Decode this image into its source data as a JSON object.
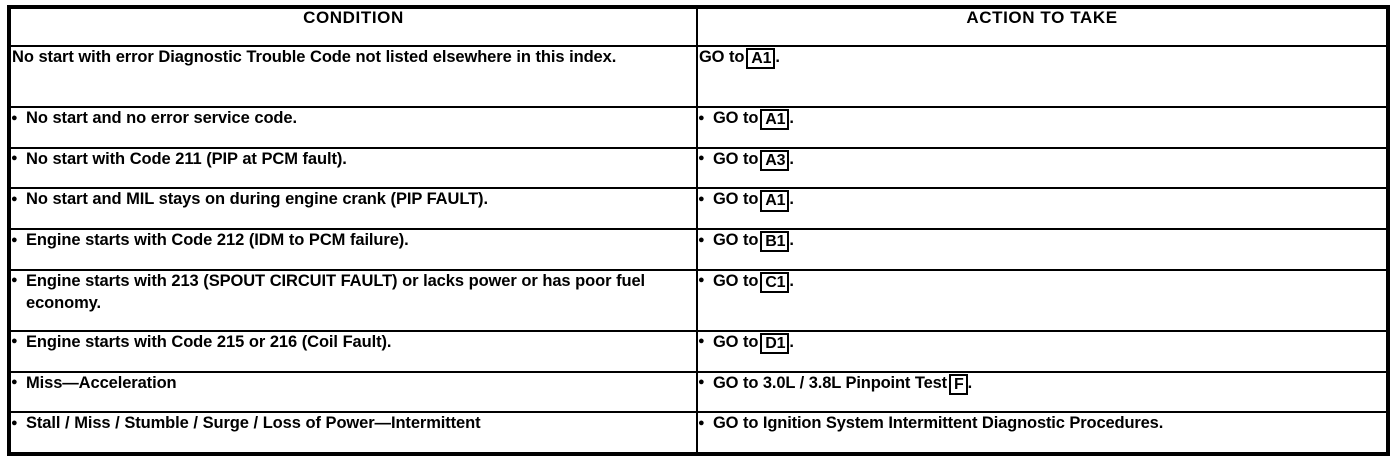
{
  "table": {
    "headers": {
      "condition": "CONDITION",
      "action": "ACTION TO TAKE"
    },
    "rows": [
      {
        "bullet": false,
        "condition": "No start with error Diagnostic Trouble Code not listed elsewhere in this index.",
        "action_prefix": "GO to",
        "action_code": "A1",
        "action_suffix": ".",
        "lines": 2
      },
      {
        "bullet": true,
        "condition": "No start and no error service code.",
        "action_prefix": "GO to",
        "action_code": "A1",
        "action_suffix": ".",
        "lines": 1
      },
      {
        "bullet": true,
        "condition": "No start with Code 211 (PIP at PCM fault).",
        "action_prefix": "GO to",
        "action_code": "A3",
        "action_suffix": ".",
        "lines": 1
      },
      {
        "bullet": true,
        "condition": "No start and MIL stays on during engine crank (PIP FAULT).",
        "action_prefix": "GO to",
        "action_code": "A1",
        "action_suffix": ".",
        "lines": 1
      },
      {
        "bullet": true,
        "condition": "Engine starts with Code 212 (IDM to PCM failure).",
        "action_prefix": "GO to",
        "action_code": "B1",
        "action_suffix": ".",
        "lines": 1
      },
      {
        "bullet": true,
        "condition": "Engine starts with 213 (SPOUT CIRCUIT FAULT) or lacks power or has poor fuel economy.",
        "action_prefix": "GO to",
        "action_code": "C1",
        "action_suffix": ".",
        "lines": 2
      },
      {
        "bullet": true,
        "condition": "Engine starts with Code 215 or 216 (Coil Fault).",
        "action_prefix": "GO to",
        "action_code": "D1",
        "action_suffix": ".",
        "lines": 1
      },
      {
        "bullet": true,
        "condition": "Miss—Acceleration",
        "action_prefix": "GO to 3.0L / 3.8L Pinpoint Test",
        "action_code": "F",
        "action_suffix": ".",
        "lines": 1
      },
      {
        "bullet": true,
        "condition": "Stall / Miss / Stumble / Surge / Loss of Power—Intermittent",
        "action_prefix": "GO to Ignition System Intermittent Diagnostic Procedures.",
        "action_code": "",
        "action_suffix": "",
        "lines": 1
      }
    ]
  },
  "colors": {
    "ink": "#000000",
    "paper": "#ffffff"
  }
}
